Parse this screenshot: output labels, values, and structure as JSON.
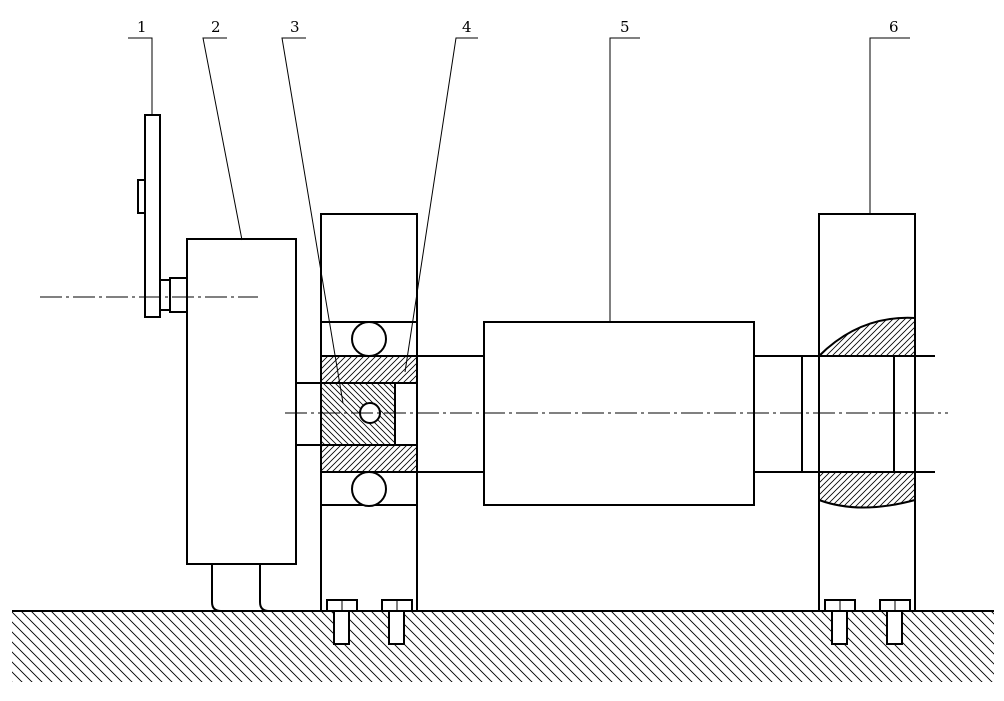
{
  "diagram": {
    "callouts": [
      {
        "id": "1",
        "label": "1"
      },
      {
        "id": "2",
        "label": "2"
      },
      {
        "id": "3",
        "label": "3"
      },
      {
        "id": "4",
        "label": "4"
      },
      {
        "id": "5",
        "label": "5"
      },
      {
        "id": "6",
        "label": "6"
      }
    ],
    "colors": {
      "line": "#000000",
      "background": "#ffffff"
    }
  }
}
